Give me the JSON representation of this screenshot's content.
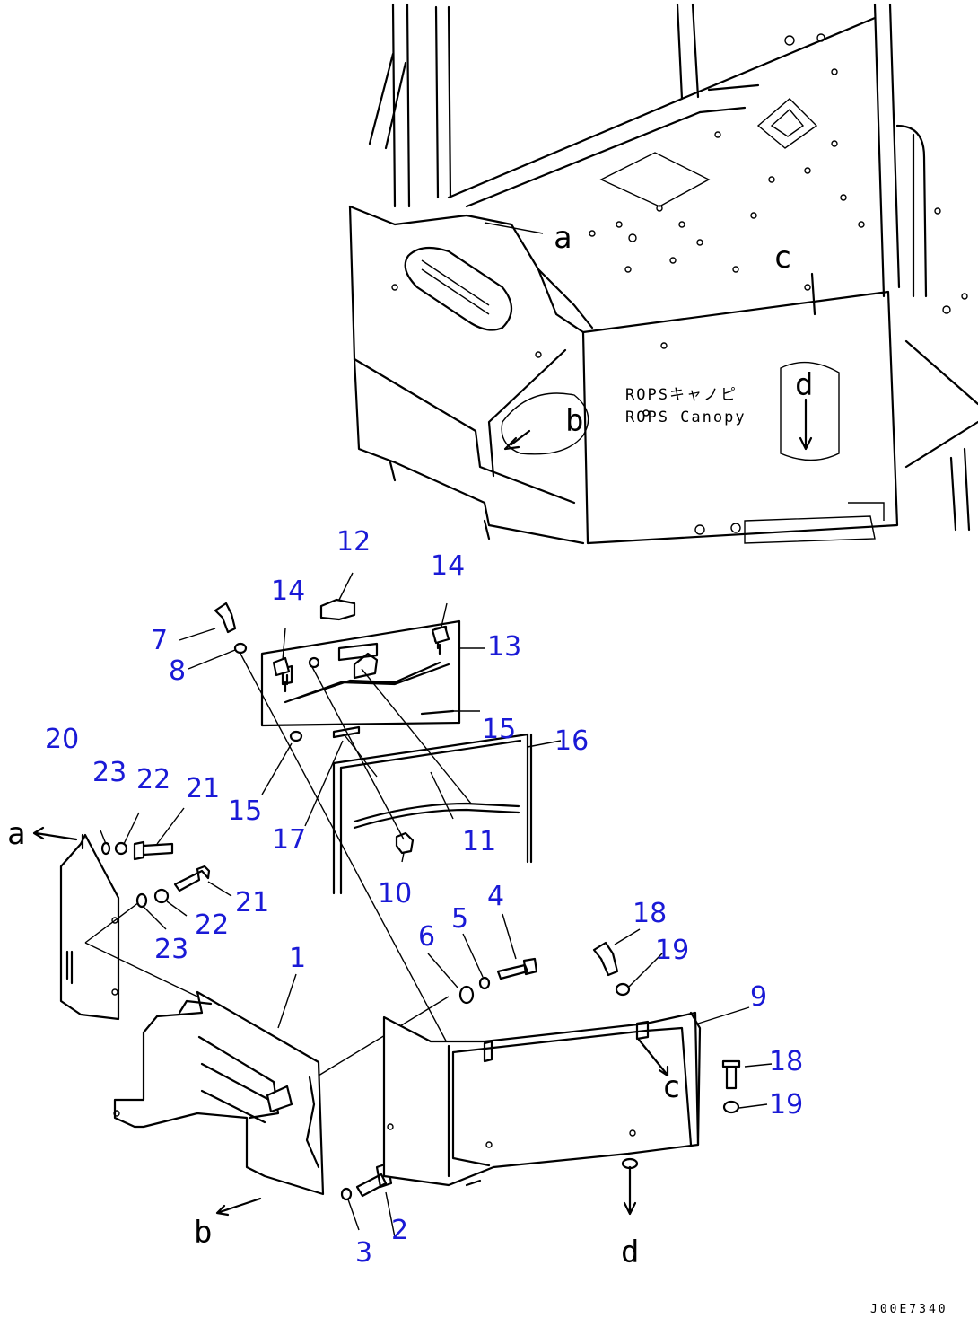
{
  "callouts": [
    {
      "id": "c1",
      "label": "1"
    },
    {
      "id": "c2",
      "label": "2"
    },
    {
      "id": "c3",
      "label": "3"
    },
    {
      "id": "c4",
      "label": "4"
    },
    {
      "id": "c5",
      "label": "5"
    },
    {
      "id": "c6",
      "label": "6"
    },
    {
      "id": "c7",
      "label": "7"
    },
    {
      "id": "c8",
      "label": "8"
    },
    {
      "id": "c9",
      "label": "9"
    },
    {
      "id": "c10",
      "label": "10"
    },
    {
      "id": "c11",
      "label": "11"
    },
    {
      "id": "c12",
      "label": "12"
    },
    {
      "id": "c13",
      "label": "13"
    },
    {
      "id": "c14a",
      "label": "14"
    },
    {
      "id": "c14b",
      "label": "14"
    },
    {
      "id": "c15a",
      "label": "15"
    },
    {
      "id": "c15b",
      "label": "15"
    },
    {
      "id": "c16",
      "label": "16"
    },
    {
      "id": "c17",
      "label": "17"
    },
    {
      "id": "c18a",
      "label": "18"
    },
    {
      "id": "c18b",
      "label": "18"
    },
    {
      "id": "c19a",
      "label": "19"
    },
    {
      "id": "c19b",
      "label": "19"
    },
    {
      "id": "c20",
      "label": "20"
    },
    {
      "id": "c21a",
      "label": "21"
    },
    {
      "id": "c21b",
      "label": "21"
    },
    {
      "id": "c22a",
      "label": "22"
    },
    {
      "id": "c22b",
      "label": "22"
    },
    {
      "id": "c23a",
      "label": "23"
    },
    {
      "id": "c23b",
      "label": "23"
    }
  ],
  "reference_letters": {
    "a_top": "a",
    "a_side": "a",
    "b_top": "b",
    "b_bottom": "b",
    "c_top": "c",
    "c_panel": "c",
    "d_top": "d",
    "d_bottom": "d"
  },
  "plate_text": {
    "line1": "ROPSキャノピ",
    "line2": "ROPS Canopy"
  },
  "drawing_code": "J00E7340",
  "colors": {
    "callout": "#1a1ad6",
    "line": "#000000",
    "background": "#ffffff"
  }
}
